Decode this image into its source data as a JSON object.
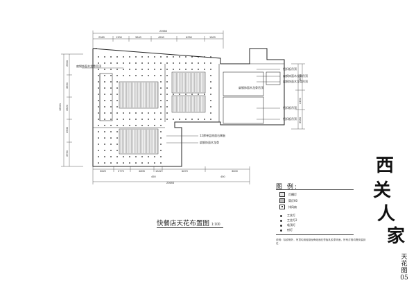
{
  "plan": {
    "overall_width_top": "20550",
    "overall_width_bottom": "20693",
    "top_dims": [
      "2980",
      "1300",
      "3840",
      "4590",
      "6250",
      "1500"
    ],
    "bottom_dims": [
      "3620",
      "2770",
      "4805",
      "1322",
      "6870",
      "3600"
    ],
    "bottom_small_dims": [
      "450",
      "450"
    ],
    "left_height": "15921",
    "left_dims": [
      "2600",
      "3550",
      "3520",
      "2600",
      "3750"
    ],
    "right_dims": [
      "3850",
      "2450",
      "3580"
    ],
    "right_labels": [
      "铝扣板吊顶",
      "扁钢饰面木龙骨吊顶",
      "扁钢饰面木龙骨吊顶",
      "铝扣板吊顶",
      "铝扣板吊顶"
    ],
    "left_label": "扁钢饰面木龙骨吊顶",
    "center_label": "扁钢饰面木龙骨吊顶",
    "mid_labels": [
      "12厚单层纸面石膏板",
      "扁钢饰面木龙骨"
    ]
  },
  "legend": {
    "title": "图 例:",
    "items": [
      "灯槽灯",
      "筒灯60",
      "排风扇",
      "工艺灯",
      "工艺灯2",
      "吸顶灯",
      "射灯"
    ],
    "note": "说明：除说明外，吊顶均用轻钢龙骨纸面石膏板乳胶漆饰面，所有灯具均需安装到位."
  },
  "caption": {
    "title": "快餐店天花布置图",
    "scale": "1:100"
  },
  "brand": {
    "chars": [
      "西",
      "关",
      "人",
      "家"
    ],
    "sheet_label": "天花图05"
  },
  "colors": {
    "ink": "#222222",
    "fill_light": "#e6e6e6",
    "hatch": "#555555"
  }
}
